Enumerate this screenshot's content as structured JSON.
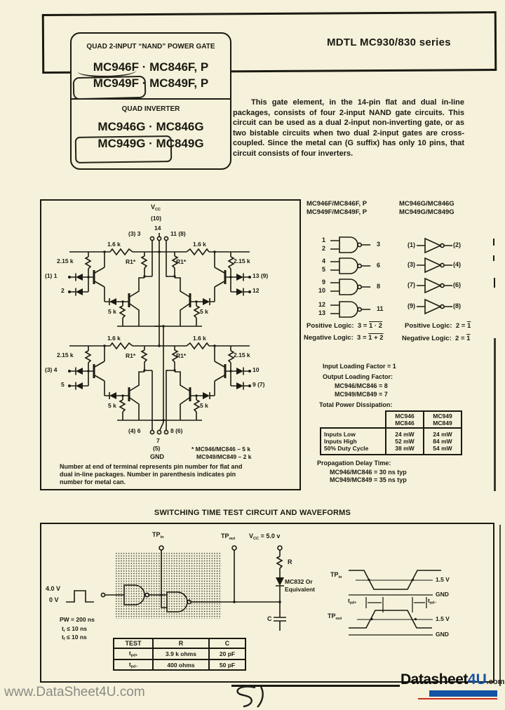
{
  "page": {
    "bg": "#f6f1da",
    "ink": "#1a1a12",
    "watermark_gray": "#8b8b85",
    "logo_blue": "#1553a4",
    "logo_red": "#cc2a1e"
  },
  "header": {
    "series_title": "MDTL MC930/830 series",
    "nand_card": {
      "subtitle": "QUAD 2-INPUT “NAND” POWER GATE",
      "line1": "MC946F · MC846F, P",
      "line2": "MC949F · MC849F, P"
    },
    "inverter_card": {
      "subtitle": "QUAD INVERTER",
      "line1": "MC946G · MC846G",
      "line2": "MC949G · MC849G"
    }
  },
  "description": "This gate element, in the 14-pin flat and dual in-line packages, consists of four 2-input NAND gate circuits. This circuit can be used as a dual 2-input non-inverting gate, or as two bistable circuits when two dual 2-input gates are cross-coupled. Since the metal can (G suffix) has only 10 pins, that circuit consists of four inverters.",
  "schematic": {
    "vcc_v": "V",
    "vcc_sub": "CC",
    "vcc_pin_can": "(10)",
    "vcc_pin_dip": "14",
    "out3": "(3) 3",
    "out11": "11 (8)",
    "r16": "1.6 k",
    "r215": "2.15 k",
    "r1": "R1*",
    "r5": "5 k",
    "in1": "(1) 1",
    "in2": "2",
    "in13": "13 (9)",
    "in12": "12",
    "in4": "(3) 4",
    "in5": "5",
    "in10": "10",
    "in9": "9 (7)",
    "out6": "(4) 6",
    "out8": "8 (6)",
    "gnd_dip": "7",
    "gnd_can": "(5)",
    "gnd": "GND",
    "footnote1": "* MC946/MC846 – 5 k",
    "footnote2": "MC949/MC849 – 2 k",
    "note_line1": "Number at end of terminal represents pin number for flat and",
    "note_line2": "dual in-line packages. Number in parenthesis indicates pin",
    "note_line3": "number for metal can."
  },
  "logic": {
    "nand_header1": "MC946F/MC846F, P",
    "nand_header2": "MC949F/MC849F, P",
    "inv_header1": "MC946G/MC846G",
    "inv_header2": "MC949G/MC849G",
    "nand_gates": [
      {
        "in1": "1",
        "in2": "2",
        "out": "3"
      },
      {
        "in1": "4",
        "in2": "5",
        "out": "6"
      },
      {
        "in1": "9",
        "in2": "10",
        "out": "8"
      },
      {
        "in1": "12",
        "in2": "13",
        "out": "11"
      }
    ],
    "inverters": [
      {
        "in": "(1)",
        "out": "(2)"
      },
      {
        "in": "(3)",
        "out": "(4)"
      },
      {
        "in": "(7)",
        "out": "(6)"
      },
      {
        "in": "(9)",
        "out": "(8)"
      }
    ],
    "pos_label": "Positive Logic:",
    "neg_label": "Negative Logic:",
    "nand_pos_lhs": "3 = ",
    "nand_pos_over": "1 · 2",
    "nand_neg_lhs": "3 = ",
    "nand_neg_over": "1 + 2",
    "inv_pos_lhs": "2 = ",
    "inv_pos_over": "1",
    "inv_neg_lhs": "2 = ",
    "inv_neg_over": "1"
  },
  "specs": {
    "input_loading": "Input Loading Factor = 1",
    "output_loading_title": "Output Loading Factor:",
    "output_loading_1": "MC946/MC846 = 8",
    "output_loading_2": "MC949/MC849 = 7",
    "power_title": "Total Power Dissipation:",
    "power_table": {
      "col1_l1": "MC946",
      "col1_l2": "MC846",
      "col2_l1": "MC949",
      "col2_l2": "MC849",
      "rows": [
        {
          "label": "Inputs Low",
          "v1": "24 mW",
          "v2": "24 mW"
        },
        {
          "label": "Inputs High",
          "v1": "52 mW",
          "v2": "84 mW"
        },
        {
          "label": "50% Duty Cycle",
          "v1": "38 mW",
          "v2": "54 mW"
        }
      ]
    },
    "prop_delay_title": "Propagation Delay Time:",
    "prop_delay_1": "MC946/MC846 = 30 ns typ",
    "prop_delay_2": "MC949/MC849 = 35 ns typ"
  },
  "switching": {
    "title": "SWITCHING TIME TEST CIRCUIT AND WAVEFORMS",
    "labels": {
      "tp": "TP",
      "in_sub": "in",
      "out_sub": "out",
      "vcc_v": "V",
      "vcc_sub": "CC",
      "vcc_rest": " = 5.0 v",
      "r": "R",
      "c": "C",
      "diode_l1": "MC832 Or",
      "diode_l2": "Equivalent",
      "pulse_high": "4.0 V",
      "pulse_low": "0 V",
      "pw": "PW = 200 ns",
      "t": "t",
      "r_sub": "r",
      "f_sub": "f",
      "le": " ≤ 10 ns"
    },
    "waveform": {
      "thresh": "1.5 V",
      "gnd": "GND",
      "t": "t",
      "pd_plus": "pd+",
      "pd_minus": "pd−"
    },
    "test_table": {
      "headers": [
        "TEST",
        "R",
        "C"
      ],
      "rows": [
        {
          "t": "t",
          "sub": "pd+",
          "r": "3.9 k ohms",
          "c": "20 pF"
        },
        {
          "t": "t",
          "sub": "pd−",
          "r": "400 ohms",
          "c": "50 pF"
        }
      ]
    }
  },
  "watermarks": {
    "site_url": "www.DataSheet4U.com",
    "logo_black": "Datasheet",
    "logo_blue": "4U",
    "logo_com": ".com",
    "handwritten": "5)"
  }
}
